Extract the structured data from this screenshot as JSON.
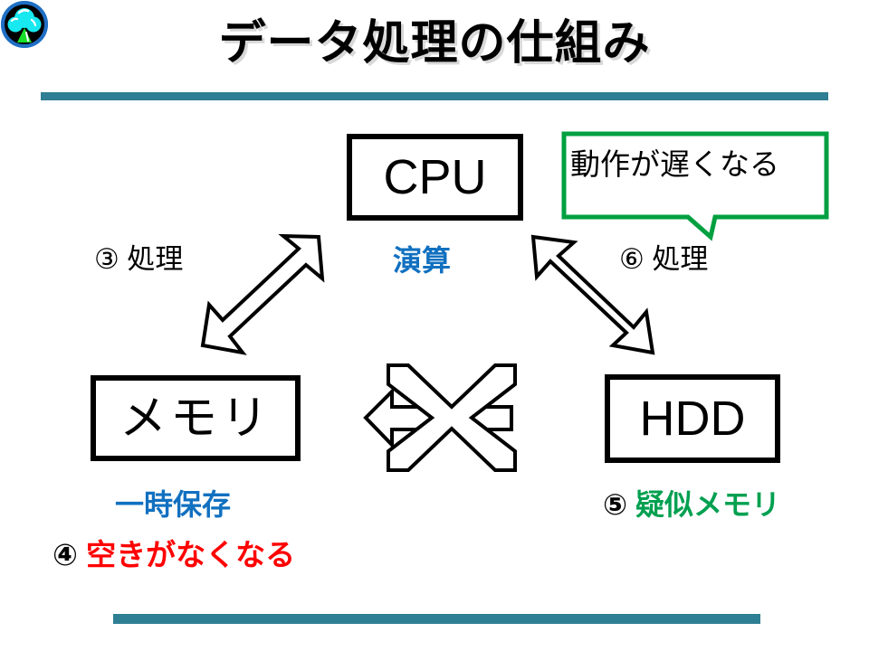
{
  "slide": {
    "title": "データ処理の仕組み",
    "background_color": "#FFFFFF",
    "rule_color": "#2E7F93"
  },
  "colors": {
    "accent_teal": "#2E7F93",
    "blue": "#1170C0",
    "red": "#FF0000",
    "green": "#00A050",
    "callout_border": "#00A040",
    "black": "#000000"
  },
  "nodes": [
    {
      "id": "cpu",
      "label": "CPU"
    },
    {
      "id": "memory",
      "label": "メモリ"
    },
    {
      "id": "hdd",
      "label": "HDD"
    }
  ],
  "labels": {
    "process_3": "③ 処理",
    "enzan": "演算",
    "process_6": "⑥ 処理",
    "temp_storage": "一時保存",
    "memory_full_number": "④ ",
    "memory_full_text": "空きがなくなる",
    "pseudo_memory_number": "⑤ ",
    "pseudo_memory_text": "疑似メモリ"
  },
  "callout": {
    "text": "動作が遅くなる",
    "border_color": "#00A040"
  },
  "arrows": [
    {
      "name": "cpu-memory-arrow",
      "style": "double-headed-outline"
    },
    {
      "name": "cpu-hdd-arrow",
      "style": "double-headed-outline"
    },
    {
      "name": "memory-hdd-blocked-arrow",
      "style": "left-arrow-crossed-out"
    }
  ],
  "footer": {
    "logo_left": "tree-logo-icon",
    "logo_right": "tree-logo-icon"
  }
}
